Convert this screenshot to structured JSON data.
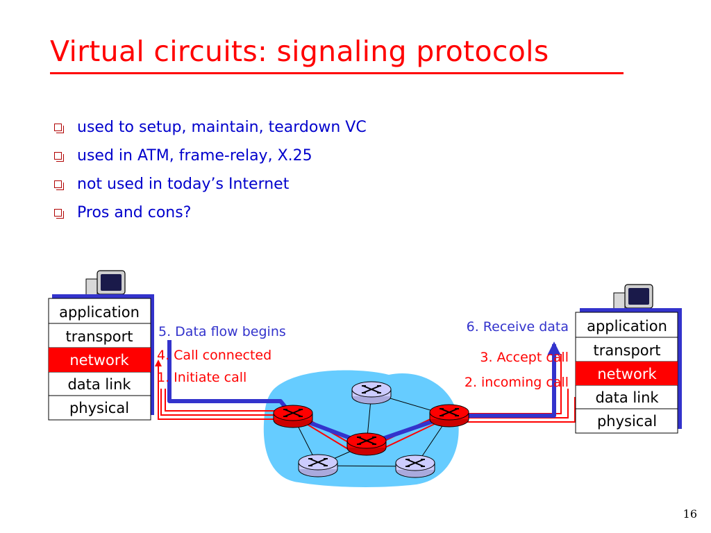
{
  "title": "Virtual circuits: signaling protocols",
  "bullets": [
    "used to setup, maintain, teardown VC",
    "used in ATM, frame-relay, X.25",
    "not used in today’s Internet",
    "Pros and cons?"
  ],
  "stack_left": {
    "layers": [
      "application",
      "transport",
      "network",
      "data link",
      "physical"
    ],
    "highlight": "network"
  },
  "stack_right": {
    "layers": [
      "application",
      "transport",
      "network",
      "data link",
      "physical"
    ],
    "highlight": "network"
  },
  "steps": {
    "data_flow": "5. Data flow begins",
    "call_connected": "4. Call connected",
    "initiate_call": "1. Initiate call",
    "receive_data": "6. Receive data",
    "accept_call": "3. Accept call",
    "incoming_call": "2. incoming call"
  },
  "colors": {
    "title": "#ff0000",
    "bullet_text": "#0000cc",
    "signal": "#ff0000",
    "data_path": "#3333cc",
    "network_cloud": "#66ccff",
    "vc_router": "#ff0000",
    "other_router": "#ccccff",
    "highlight_layer": "#ff0000"
  },
  "page_number": "16"
}
